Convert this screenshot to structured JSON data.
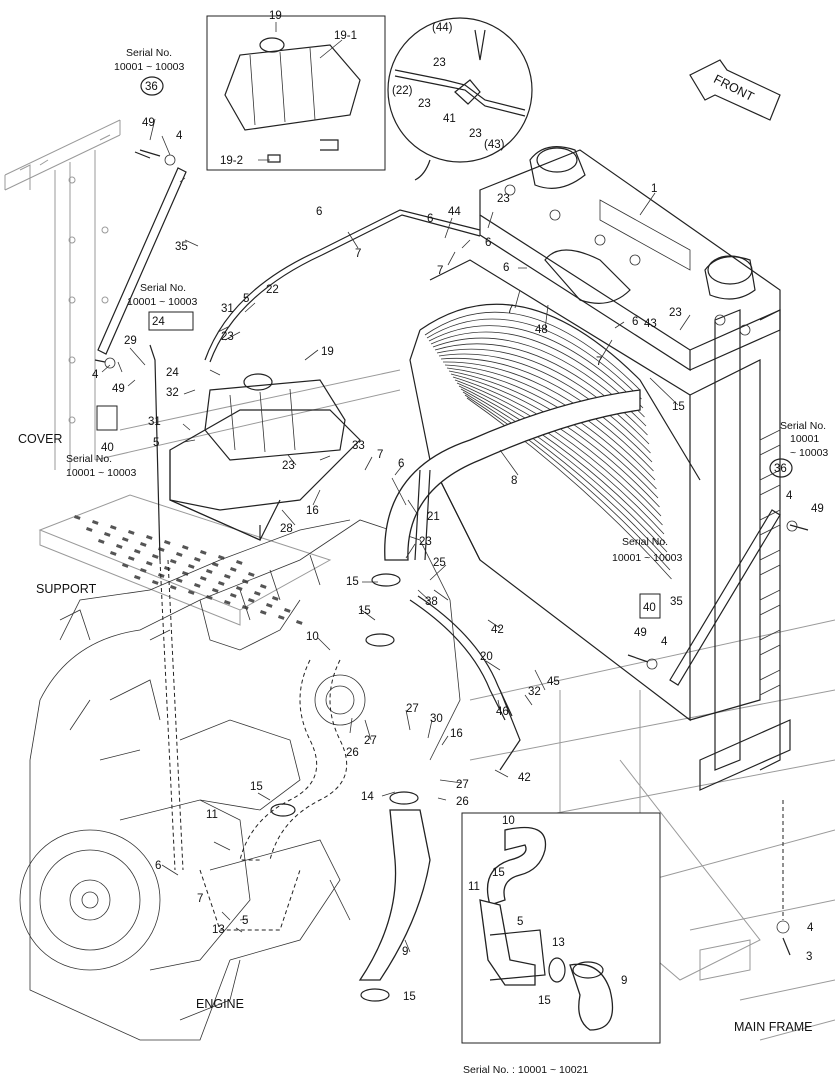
{
  "sections": {
    "cover": "COVER",
    "support": "SUPPORT",
    "engine": "ENGINE",
    "main_frame": "MAIN FRAME"
  },
  "front_arrow": "FRONT",
  "serial_notes": {
    "serial_label": "Serial No.",
    "range_a": "10001 ~ 10003",
    "bottom_note": "Serial No. : 10001 ~ 10021"
  },
  "callouts": {
    "c1": "1",
    "c3": "3",
    "c4": "4",
    "c5": "5",
    "c6": "6",
    "c7": "7",
    "c8": "8",
    "c9": "9",
    "c10": "10",
    "c11": "11",
    "c13": "13",
    "c14": "14",
    "c15": "15",
    "c16": "16",
    "c19": "19",
    "c19_1": "19-1",
    "c19_2": "19-2",
    "c20": "20",
    "c21": "21",
    "c22": "22",
    "c22p": "(22)",
    "c23": "23",
    "c24": "24",
    "c25": "25",
    "c26": "26",
    "c27": "27",
    "c28": "28",
    "c29": "29",
    "c30": "30",
    "c31": "31",
    "c32": "32",
    "c33": "33",
    "c35": "35",
    "c36": "36",
    "c38": "38",
    "c40": "40",
    "c41": "41",
    "c42": "42",
    "c43": "43",
    "c43p": "(43)",
    "c44": "44",
    "c44p": "(44)",
    "c45": "45",
    "c46": "46",
    "c48": "48",
    "c49": "49"
  }
}
